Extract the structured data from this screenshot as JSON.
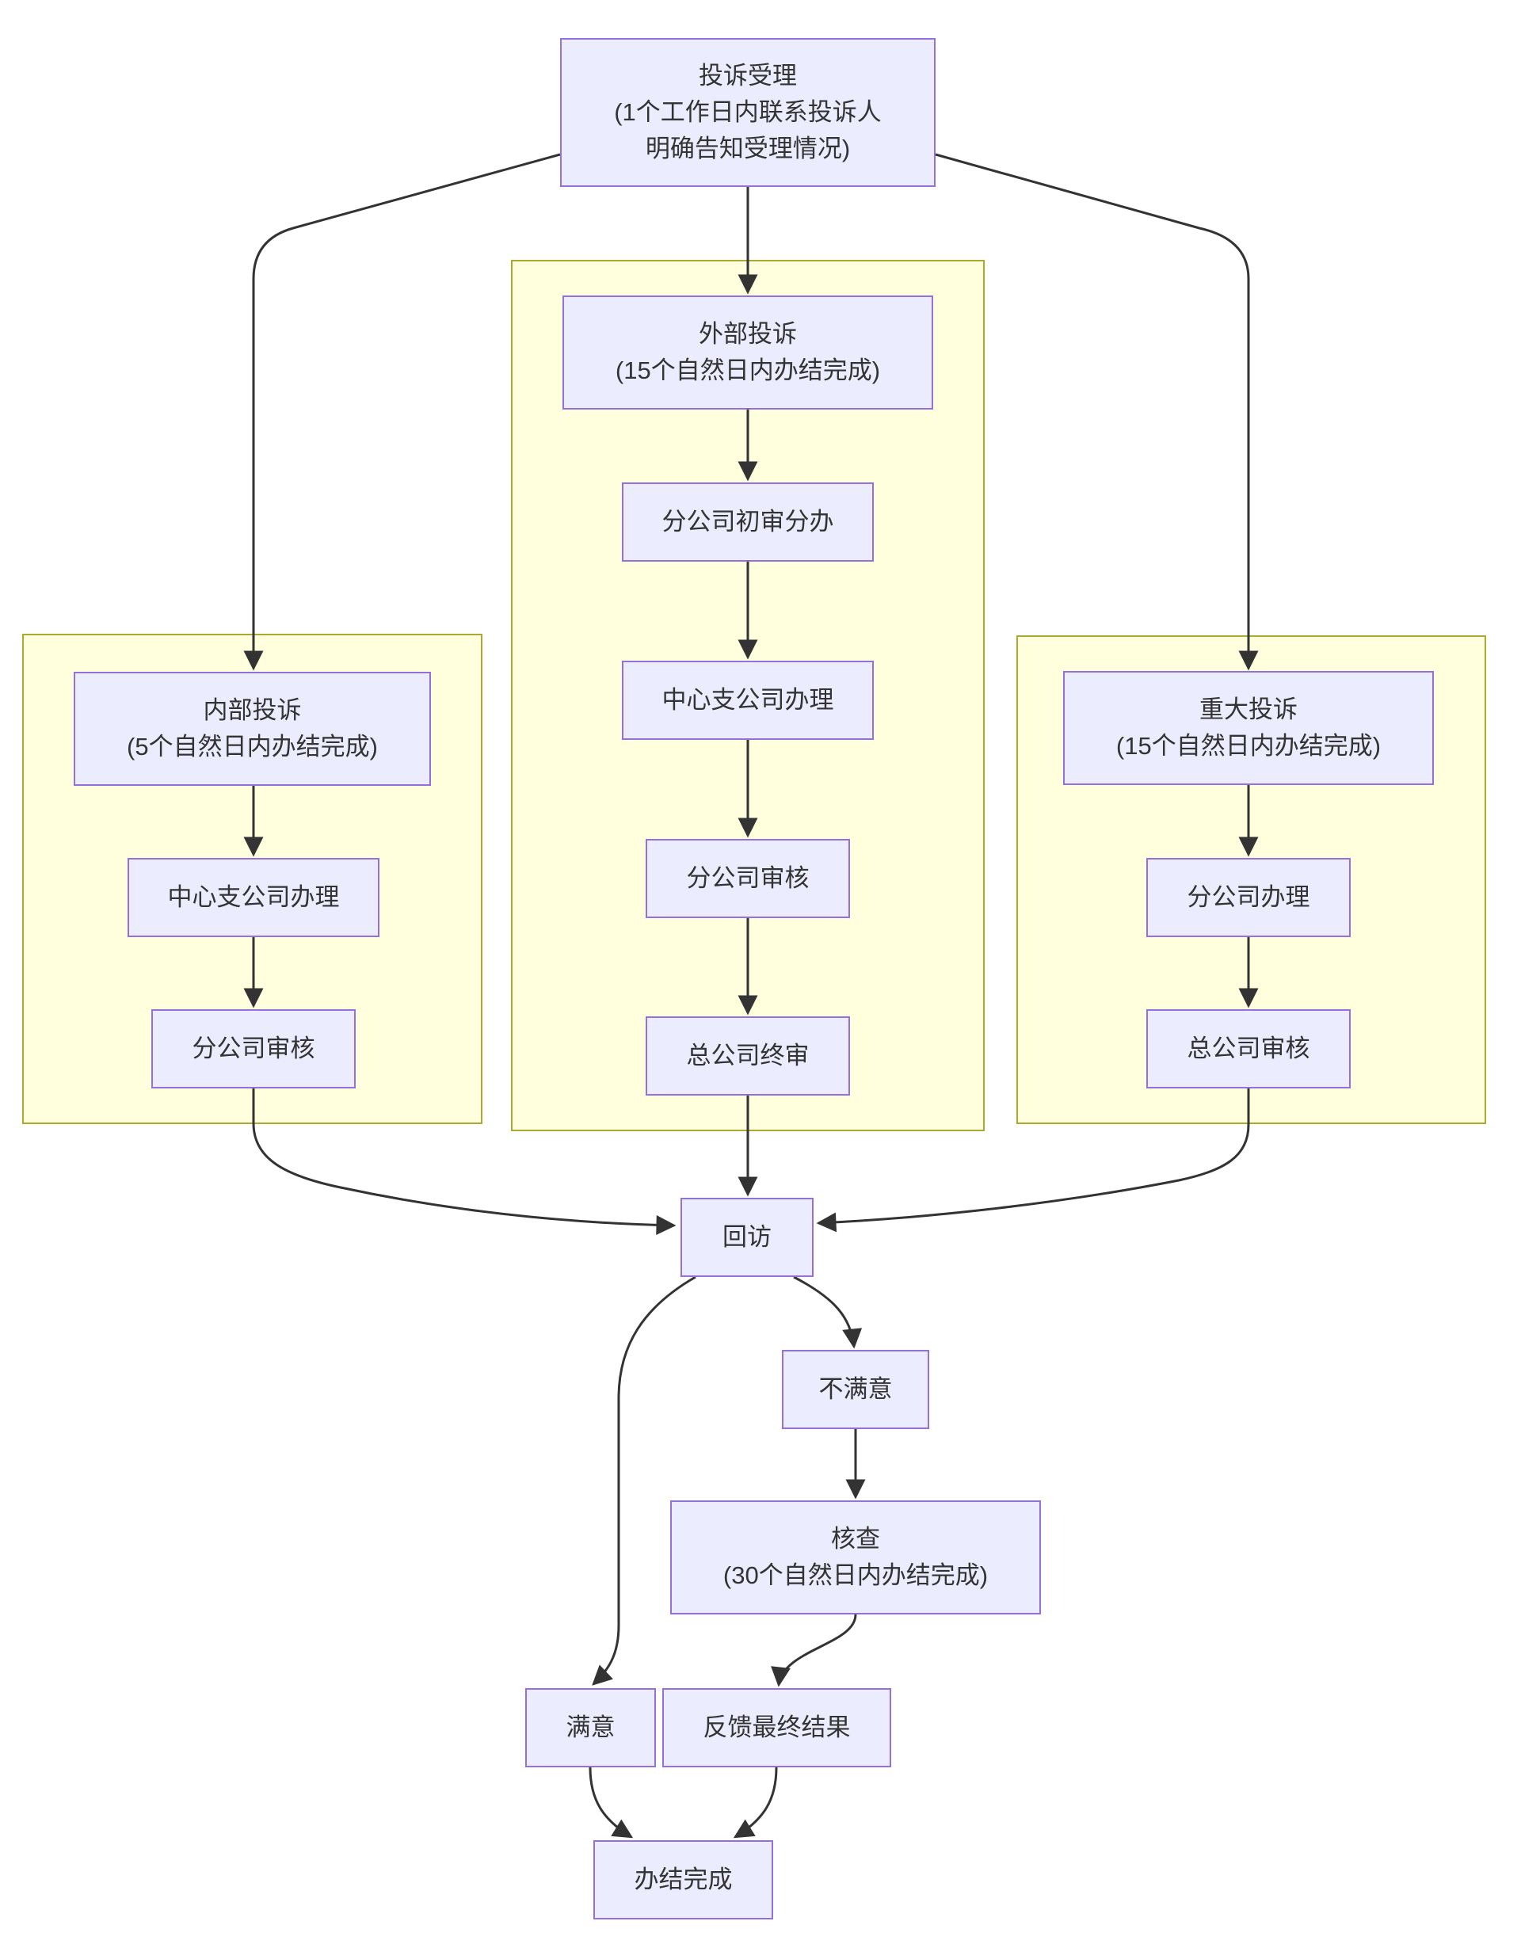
{
  "diagram_type": "flowchart",
  "colors": {
    "node_fill": "#ECECFF",
    "node_border": "#9370DB",
    "cluster_fill": "#FFFFDE",
    "cluster_border": "#AAAA33",
    "edge": "#333333",
    "text": "#333333",
    "background": "#FFFFFF"
  },
  "nodes": {
    "accept": {
      "label": "投诉受理\n(1个工作日内联系投诉人\n明确告知受理情况)"
    },
    "external": {
      "label": "外部投诉\n(15个自然日内办结完成)"
    },
    "branch_initial": {
      "label": "分公司初审分办"
    },
    "center_handle_mid": {
      "label": "中心支公司办理"
    },
    "branch_review_mid": {
      "label": "分公司审核"
    },
    "hq_final_review": {
      "label": "总公司终审"
    },
    "internal": {
      "label": "内部投诉\n(5个自然日内办结完成)"
    },
    "center_handle_left": {
      "label": "中心支公司办理"
    },
    "branch_review_left": {
      "label": "分公司审核"
    },
    "major": {
      "label": "重大投诉\n(15个自然日内办结完成)"
    },
    "branch_handle_right": {
      "label": "分公司办理"
    },
    "hq_review_right": {
      "label": "总公司审核"
    },
    "visit": {
      "label": "回访"
    },
    "unsatisfied": {
      "label": "不满意"
    },
    "verify": {
      "label": "核查\n(30个自然日内办结完成)"
    },
    "satisfied": {
      "label": "满意"
    },
    "feedback": {
      "label": "反馈最终结果"
    },
    "done": {
      "label": "办结完成"
    }
  }
}
